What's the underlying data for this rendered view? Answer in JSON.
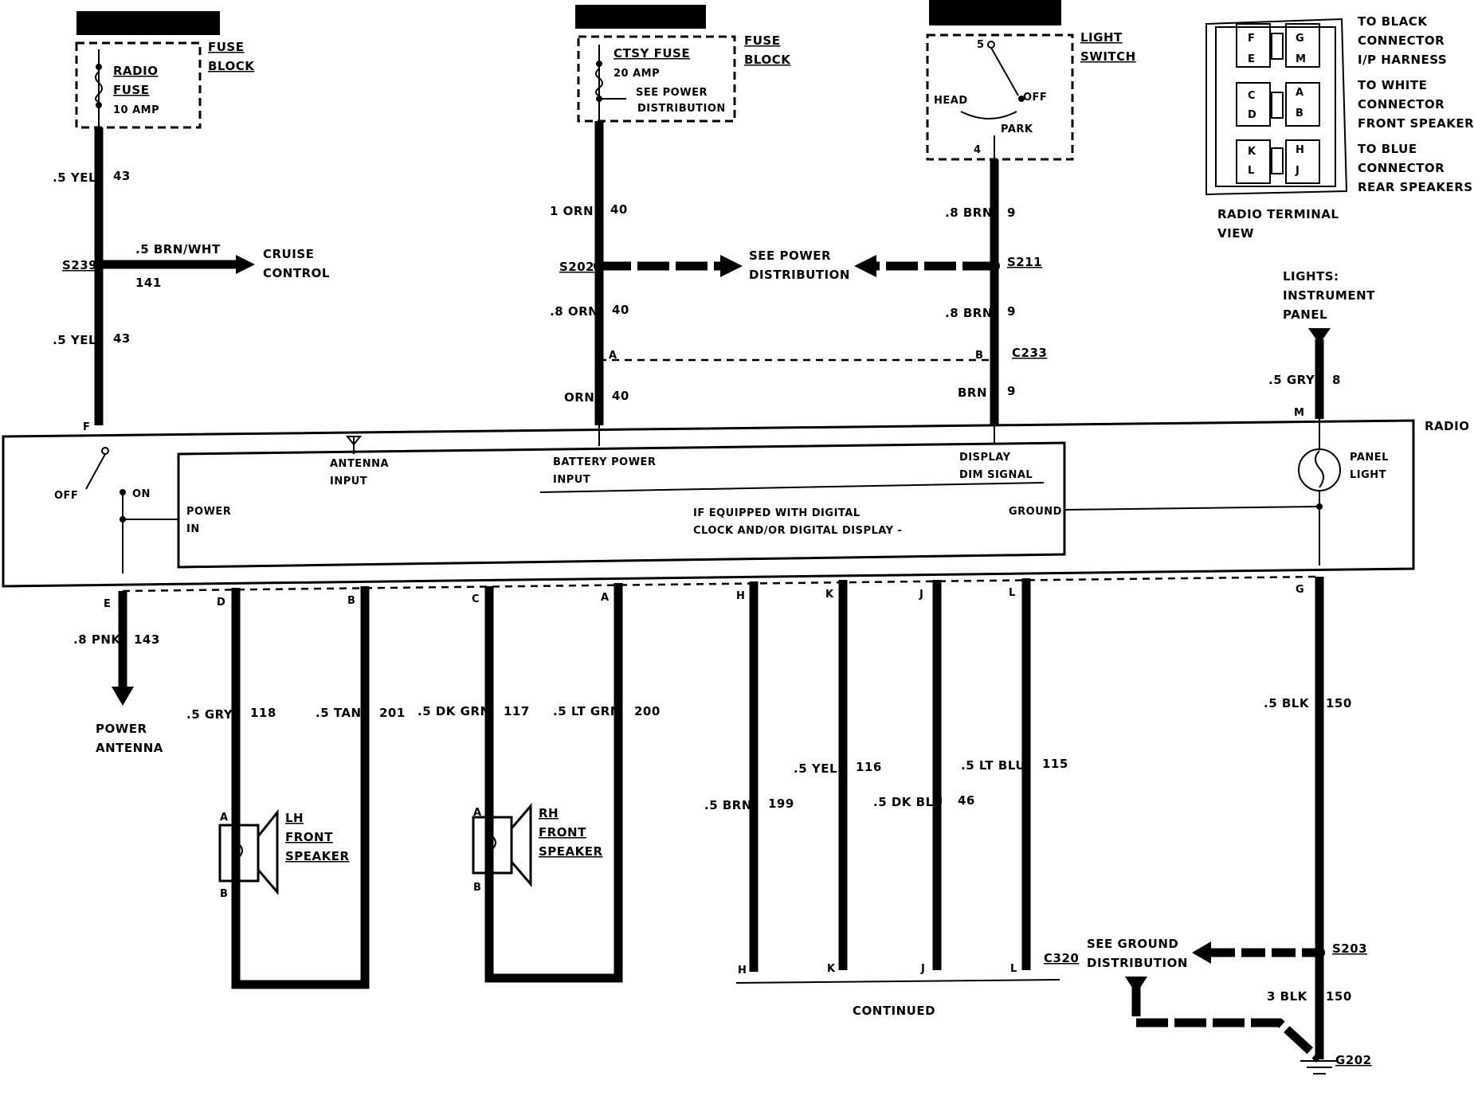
{
  "fuse_radio": {
    "title": "FUSE",
    "title2": "BLOCK",
    "name1": "RADIO",
    "name2": "FUSE",
    "amp": "10 AMP"
  },
  "fuse_ctsy": {
    "title": "FUSE",
    "title2": "BLOCK",
    "name": "CTSY FUSE",
    "amp": "20 AMP",
    "note1": "SEE POWER",
    "note2": "DISTRIBUTION"
  },
  "light_switch": {
    "title1": "LIGHT",
    "title2": "SWITCH",
    "pin_top": "5",
    "pin_bottom": "4",
    "pos_head": "HEAD",
    "pos_off": "OFF",
    "pos_park": "PARK"
  },
  "terminal_view": {
    "caption1": "RADIO TERMINAL",
    "caption2": "VIEW",
    "pins": [
      "F",
      "G",
      "E",
      "M",
      "C",
      "A",
      "D",
      "B",
      "K",
      "H",
      "L",
      "J"
    ],
    "black": [
      "TO BLACK",
      "CONNECTOR",
      "I/P HARNESS"
    ],
    "white": [
      "TO WHITE",
      "CONNECTOR",
      "FRONT SPEAKERS"
    ],
    "blue": [
      "TO BLUE",
      "CONNECTOR",
      "REAR SPEAKERS"
    ]
  },
  "wires": {
    "w43a": {
      "color": ".5 YEL",
      "num": "43"
    },
    "w43b": {
      "color": ".5 YEL",
      "num": "43"
    },
    "w141": {
      "color": ".5 BRN/WHT",
      "num": "141"
    },
    "w40a": {
      "color": "1 ORN",
      "num": "40"
    },
    "w40b": {
      "color": ".8 ORN",
      "num": "40"
    },
    "w40c": {
      "color": "ORN",
      "num": "40"
    },
    "w9a": {
      "color": ".8 BRN",
      "num": "9"
    },
    "w9b": {
      "color": ".8 BRN",
      "num": "9"
    },
    "w9c": {
      "color": "BRN",
      "num": "9"
    },
    "w8": {
      "color": ".5 GRY",
      "num": "8"
    },
    "w143": {
      "color": ".8 PNK",
      "num": "143"
    },
    "w118": {
      "color": ".5 GRY",
      "num": "118"
    },
    "w201": {
      "color": ".5 TAN",
      "num": "201"
    },
    "w117": {
      "color": ".5 DK GRN",
      "num": "117"
    },
    "w200": {
      "color": ".5 LT GRN",
      "num": "200"
    },
    "w199": {
      "color": ".5 BRN",
      "num": "199"
    },
    "w116": {
      "color": ".5 YEL",
      "num": "116"
    },
    "w46": {
      "color": ".5 DK BLU",
      "num": "46"
    },
    "w115": {
      "color": ".5 LT BLU",
      "num": "115"
    },
    "w150a": {
      "color": ".5 BLK",
      "num": "150"
    },
    "w150b": {
      "color": "3 BLK",
      "num": "150"
    }
  },
  "splices": {
    "s239": "S239",
    "s202": "S202",
    "s211": "S211",
    "s203": "S203",
    "c233": "C233",
    "c320": "C320",
    "g202": "G202"
  },
  "notes": {
    "cruise1": "CRUISE",
    "cruise2": "CONTROL",
    "pwr1": "SEE POWER",
    "pwr2": "DISTRIBUTION",
    "lights1": "LIGHTS:",
    "lights2": "INSTRUMENT",
    "lights3": "PANEL",
    "ant1": "POWER",
    "ant2": "ANTENNA",
    "gnd1": "SEE GROUND",
    "gnd2": "DISTRIBUTION",
    "continued": "CONTINUED"
  },
  "radio": {
    "label": "RADIO",
    "off": "OFF",
    "on": "ON",
    "power_in1": "POWER",
    "power_in2": "IN",
    "antenna1": "ANTENNA",
    "antenna2": "INPUT",
    "battery1": "BATTERY POWER",
    "battery2": "INPUT",
    "display1": "DISPLAY",
    "display2": "DIM SIGNAL",
    "ground": "GROUND",
    "equipped1": "IF EQUIPPED WITH DIGITAL",
    "equipped2": "CLOCK AND/OR DIGITAL DISPLAY -",
    "panel1": "PANEL",
    "panel2": "LIGHT"
  },
  "pins": {
    "F": "F",
    "M": "M",
    "E": "E",
    "D": "D",
    "B": "B",
    "C": "C",
    "A": "A",
    "H": "H",
    "K": "K",
    "J": "J",
    "L": "L",
    "G": "G",
    "c233a": "A",
    "c233b": "B"
  },
  "speakers": {
    "lh1": "LH",
    "lh2": "FRONT",
    "lh3": "SPEAKER",
    "rh1": "RH",
    "rh2": "FRONT",
    "rh3": "SPEAKER",
    "pinA": "A",
    "pinB": "B"
  },
  "c320pins": {
    "H": "H",
    "K": "K",
    "J": "J",
    "L": "L"
  }
}
